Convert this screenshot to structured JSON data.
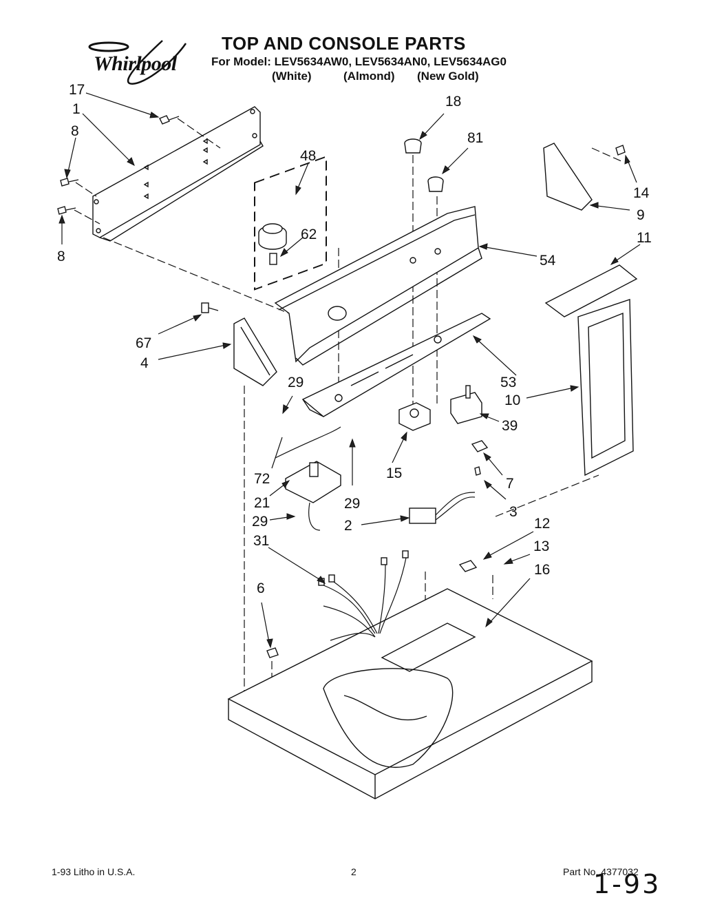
{
  "header": {
    "brand": "Whirlpool",
    "title": "TOP AND CONSOLE PARTS",
    "model_line": "For Model: LEV5634AW0, LEV5634AN0, LEV5634AG0",
    "variants": [
      "(White)",
      "(Almond)",
      "(New Gold)"
    ]
  },
  "callouts": [
    {
      "id": "c17",
      "label": "17"
    },
    {
      "id": "c1",
      "label": "1"
    },
    {
      "id": "c8a",
      "label": "8"
    },
    {
      "id": "c8b",
      "label": "8"
    },
    {
      "id": "c48",
      "label": "48"
    },
    {
      "id": "c62",
      "label": "62"
    },
    {
      "id": "c18",
      "label": "18"
    },
    {
      "id": "c81",
      "label": "81"
    },
    {
      "id": "c14",
      "label": "14"
    },
    {
      "id": "c9",
      "label": "9"
    },
    {
      "id": "c54",
      "label": "54"
    },
    {
      "id": "c11",
      "label": "11"
    },
    {
      "id": "c67",
      "label": "67"
    },
    {
      "id": "c4",
      "label": "4"
    },
    {
      "id": "c53",
      "label": "53"
    },
    {
      "id": "c10",
      "label": "10"
    },
    {
      "id": "c29a",
      "label": "29"
    },
    {
      "id": "c39",
      "label": "39"
    },
    {
      "id": "c15",
      "label": "15"
    },
    {
      "id": "c72",
      "label": "72"
    },
    {
      "id": "c7",
      "label": "7"
    },
    {
      "id": "c21",
      "label": "21"
    },
    {
      "id": "c29b",
      "label": "29"
    },
    {
      "id": "c3",
      "label": "3"
    },
    {
      "id": "c29c",
      "label": "29"
    },
    {
      "id": "c2",
      "label": "2"
    },
    {
      "id": "c12",
      "label": "12"
    },
    {
      "id": "c31",
      "label": "31"
    },
    {
      "id": "c13",
      "label": "13"
    },
    {
      "id": "c16",
      "label": "16"
    },
    {
      "id": "c6",
      "label": "6"
    }
  ],
  "footer": {
    "left": "1-93 Litho in U.S.A.",
    "center": "2",
    "right": "Part No. 4377032",
    "handwritten": "1-93"
  }
}
